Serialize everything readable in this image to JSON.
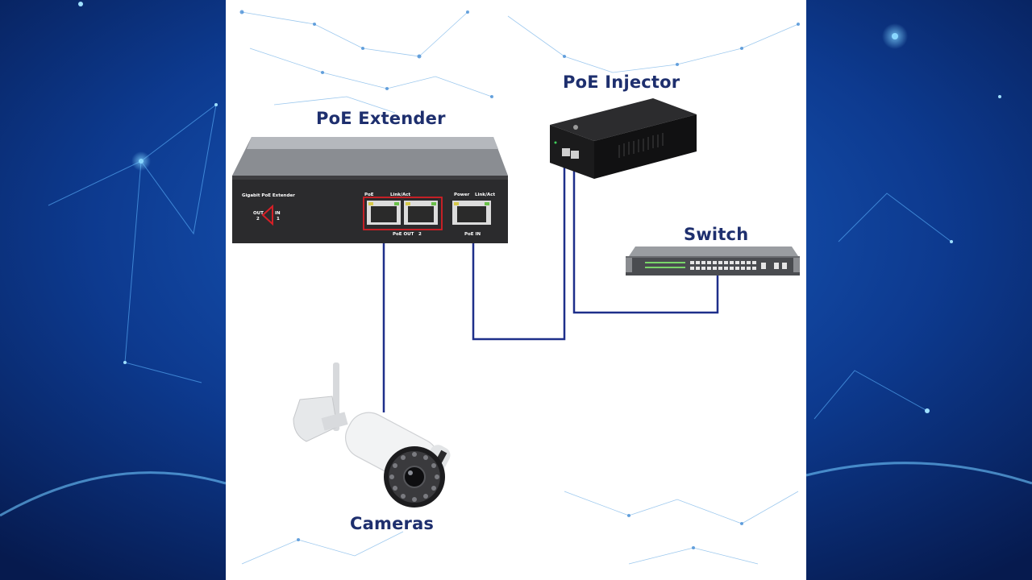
{
  "diagram": {
    "nodes": {
      "extender": {
        "label": "PoE Extender"
      },
      "injector": {
        "label": "PoE Injector"
      },
      "switch": {
        "label": "Switch"
      },
      "camera": {
        "label": "Cameras"
      }
    },
    "extender_panel": {
      "model": "Gigabit PoE Extender",
      "out_label": "OUT",
      "in_label": "IN",
      "out_num": "2",
      "in_num": "1",
      "poe_label": "PoE",
      "linkact_label": "Link/Act",
      "power_label": "Power",
      "linkact2_label": "Link/Act",
      "poe_out_label": "PoE OUT",
      "poe_out_num": "2",
      "poe_in_label": "PoE IN"
    },
    "edges": [
      {
        "from": "camera",
        "to": "extender",
        "port": "PoE OUT"
      },
      {
        "from": "extender",
        "to": "injector",
        "port": "PoE IN"
      },
      {
        "from": "injector",
        "to": "switch"
      }
    ],
    "colors": {
      "cable": "#1e2f8a",
      "label": "#1e2f6e",
      "accent_red": "#d61f26",
      "background": "#0a1f5c"
    }
  }
}
